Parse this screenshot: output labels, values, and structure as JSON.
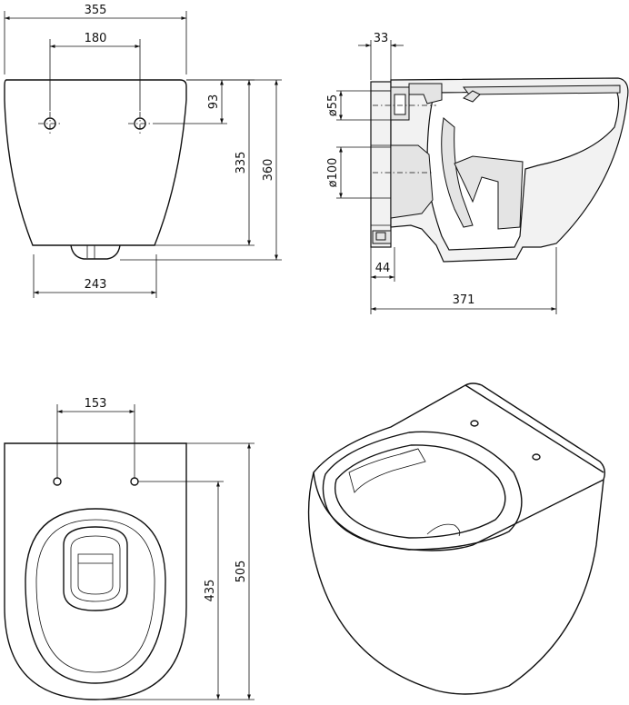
{
  "front_view": {
    "dim_width": "355",
    "dim_bolt_spacing": "180",
    "dim_bolt_height": "93",
    "dim_body_height": "335",
    "dim_total_height": "360",
    "dim_bottom_width": "243"
  },
  "side_view": {
    "dim_top": "33",
    "dim_inlet_diameter": "ø55",
    "dim_outlet_diameter": "ø100",
    "dim_outlet_offset": "44",
    "dim_depth": "371"
  },
  "top_view": {
    "dim_bolt_spacing": "153",
    "dim_bolt_to_front": "435",
    "dim_total_length": "505"
  }
}
